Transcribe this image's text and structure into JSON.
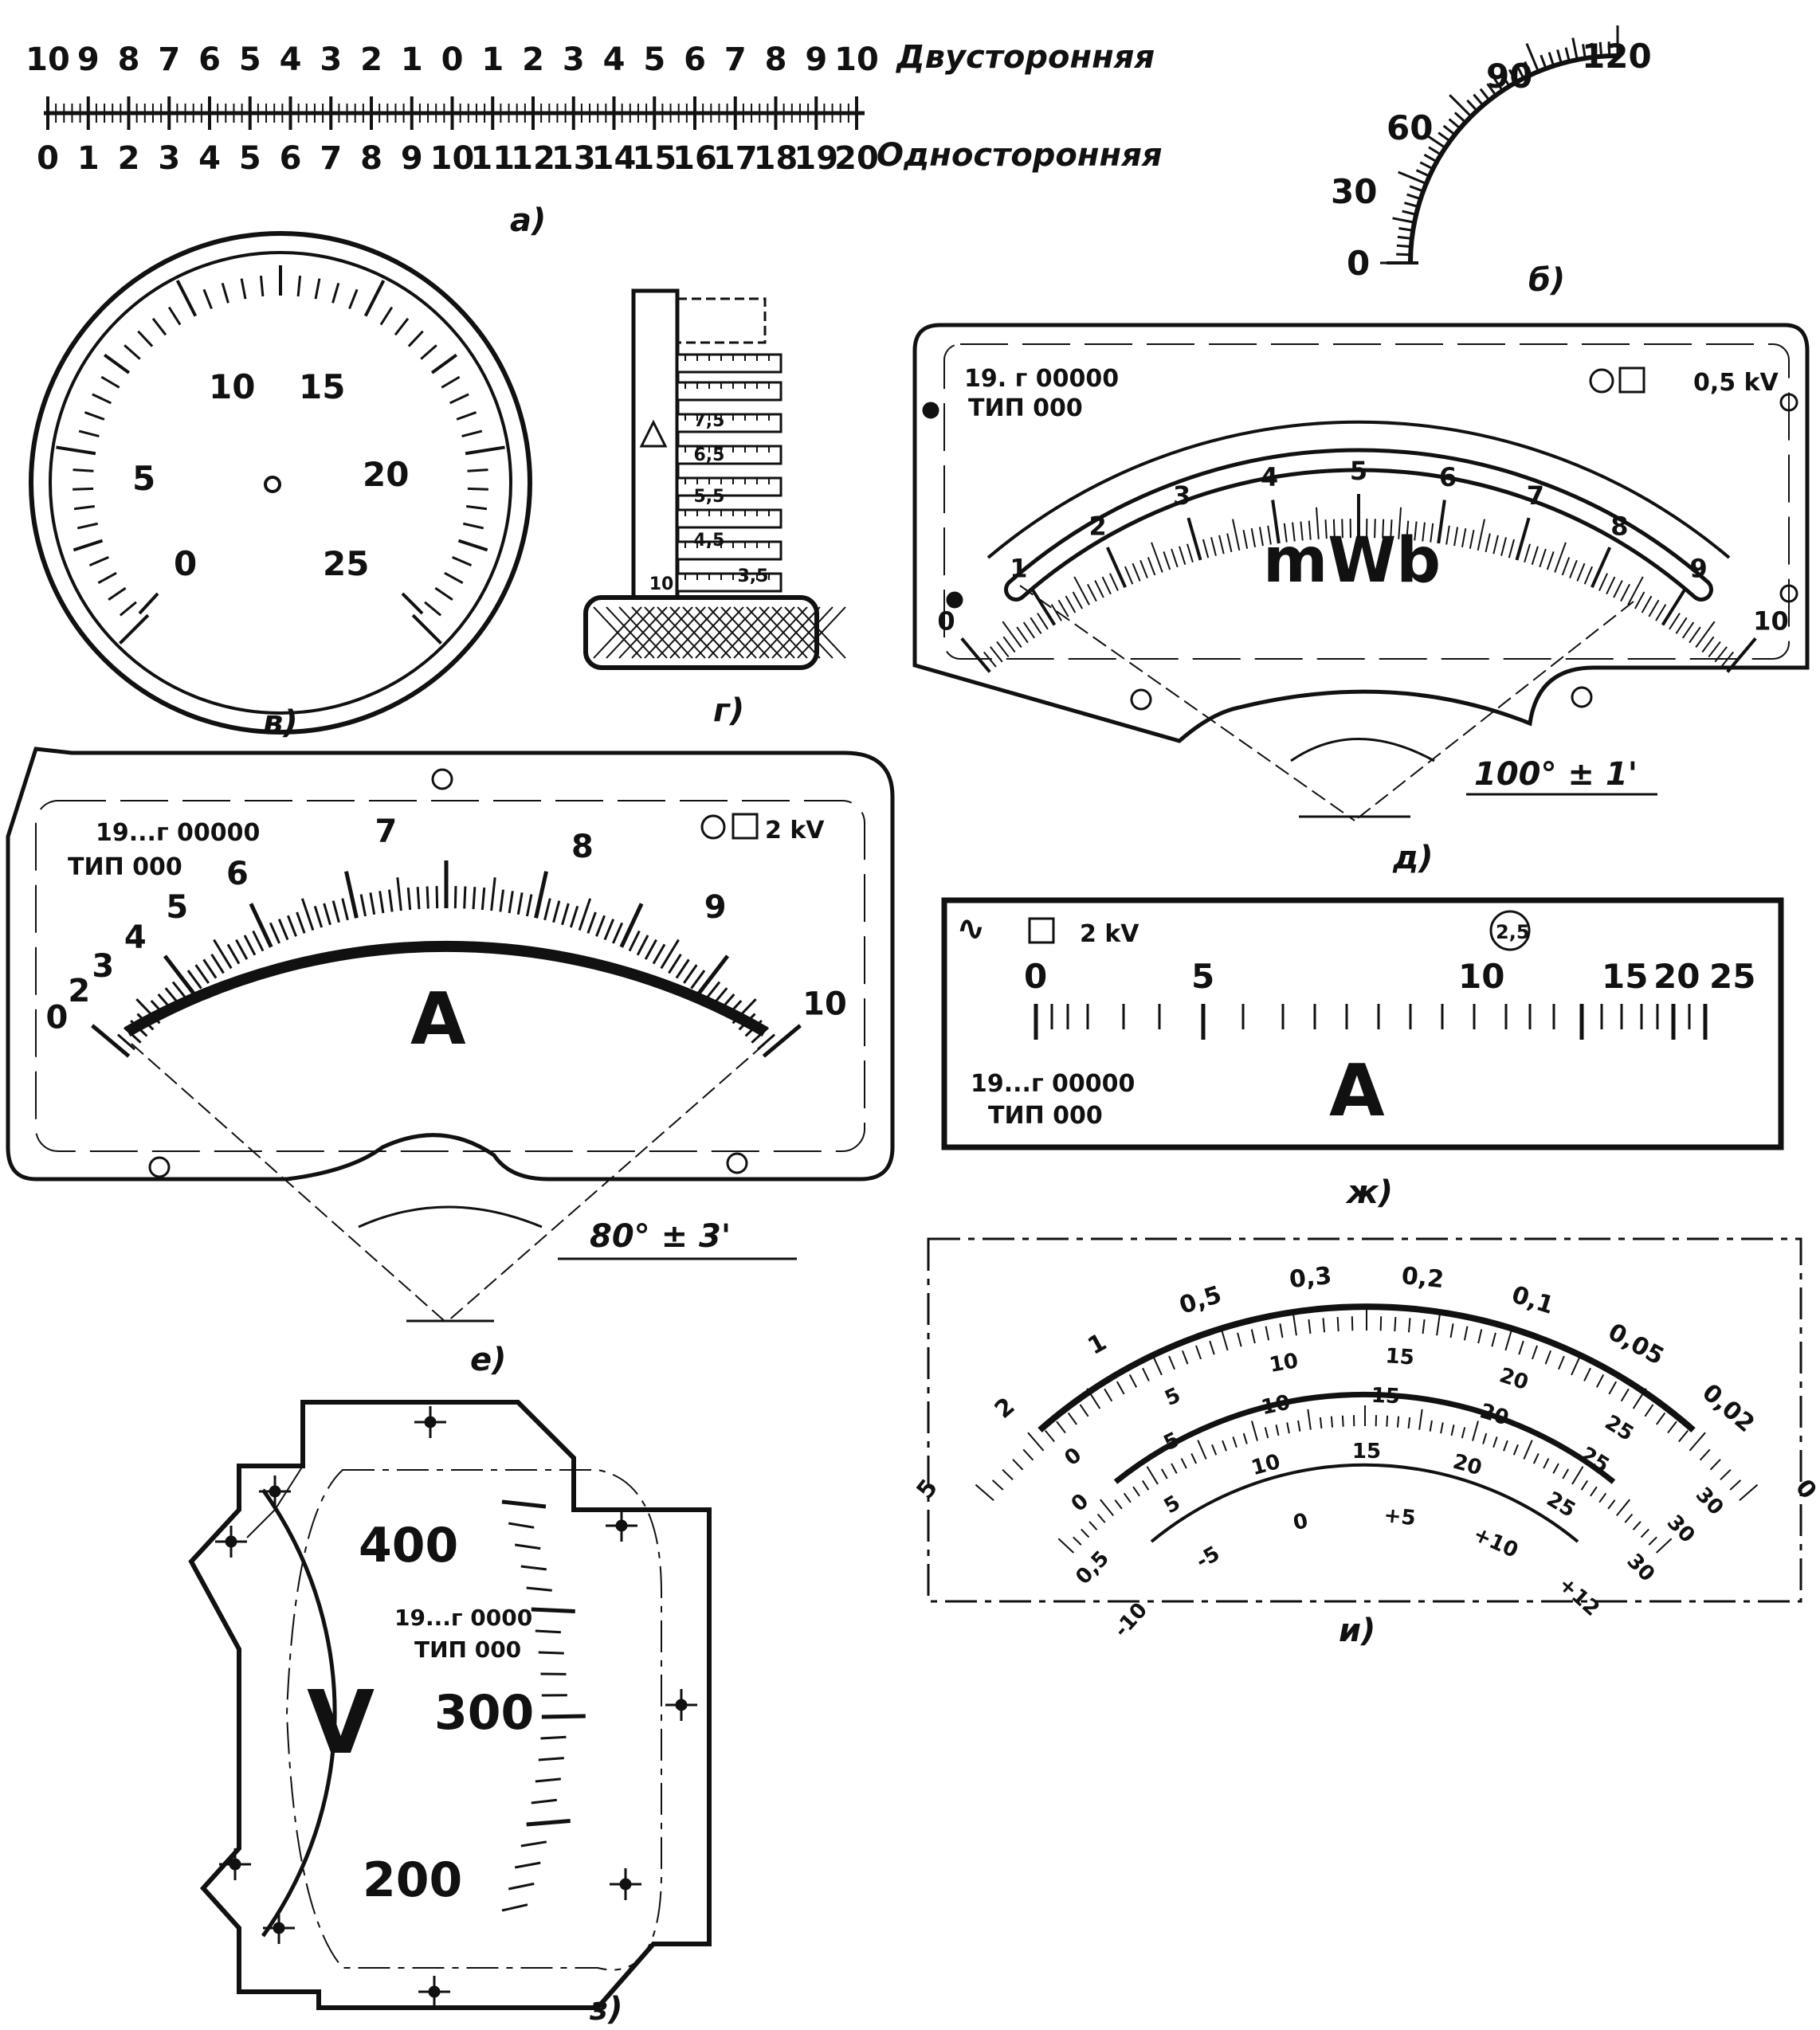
{
  "panel_a": {
    "caption": "а)",
    "top_labels": [
      "10",
      "9",
      "8",
      "7",
      "6",
      "5",
      "4",
      "3",
      "2",
      "1",
      "0",
      "1",
      "2",
      "3",
      "4",
      "5",
      "6",
      "7",
      "8",
      "9",
      "10"
    ],
    "bottom_labels": [
      "0",
      "1",
      "2",
      "3",
      "4",
      "5",
      "6",
      "7",
      "8",
      "9",
      "10",
      "11",
      "12",
      "13",
      "14",
      "15",
      "16",
      "17",
      "18",
      "19",
      "20"
    ],
    "label_top": "Двусторонняя",
    "label_bottom": "Односторонняя"
  },
  "panel_b": {
    "caption": "б)",
    "labels": [
      "0",
      "30",
      "60",
      "90",
      "120"
    ]
  },
  "panel_v": {
    "caption": "в)",
    "labels": [
      "0",
      "5",
      "10",
      "15",
      "20",
      "25"
    ]
  },
  "panel_g": {
    "caption": "г)",
    "labels": [
      "7,5",
      "6,5",
      "5,5",
      "4,5",
      "3,5",
      "10"
    ]
  },
  "panel_d": {
    "caption": "д)",
    "year": "19. г 00000",
    "type": "ТИП 000",
    "marks": "0,5 kV",
    "unit": "mWb",
    "labels": [
      "0",
      "1",
      "2",
      "3",
      "4",
      "5",
      "6",
      "7",
      "8",
      "9",
      "10"
    ],
    "angle": "100° ± 1'"
  },
  "panel_e": {
    "caption": "е)",
    "year": "19...г 00000",
    "type": "ТИП 000",
    "marks": "2 kV",
    "unit": "A",
    "labels": [
      "0",
      "2",
      "3",
      "4",
      "5",
      "6",
      "7",
      "8",
      "9",
      "10"
    ],
    "angle": "80° ± 3'"
  },
  "panel_zh": {
    "caption": "ж)",
    "marks": "2 kV",
    "class": "2,5",
    "year": "19...г 00000",
    "type": "ТИП 000",
    "unit": "A",
    "labels": [
      "0",
      "5",
      "10",
      "15",
      "20",
      "25"
    ]
  },
  "panel_z": {
    "caption": "з)",
    "unit": "V",
    "year": "19...г 0000",
    "type": "ТИП 000",
    "labels": [
      "400",
      "300",
      "200"
    ]
  },
  "panel_i": {
    "caption": "и)",
    "arc1": [
      "5",
      "2",
      "1",
      "0,5",
      "0,3",
      "0,2",
      "0,1",
      "0,05",
      "0,02",
      "0"
    ],
    "arc2": [
      "0",
      "5",
      "10",
      "15",
      "20",
      "25",
      "30"
    ],
    "arc3": [
      "0",
      "5",
      "10",
      "15",
      "20",
      "25",
      "30"
    ],
    "arc4": [
      "0,5",
      "5",
      "10",
      "15",
      "20",
      "25",
      "30"
    ],
    "arc5": [
      "-10",
      "-5",
      "0",
      "+5",
      "+10",
      "+12"
    ]
  }
}
